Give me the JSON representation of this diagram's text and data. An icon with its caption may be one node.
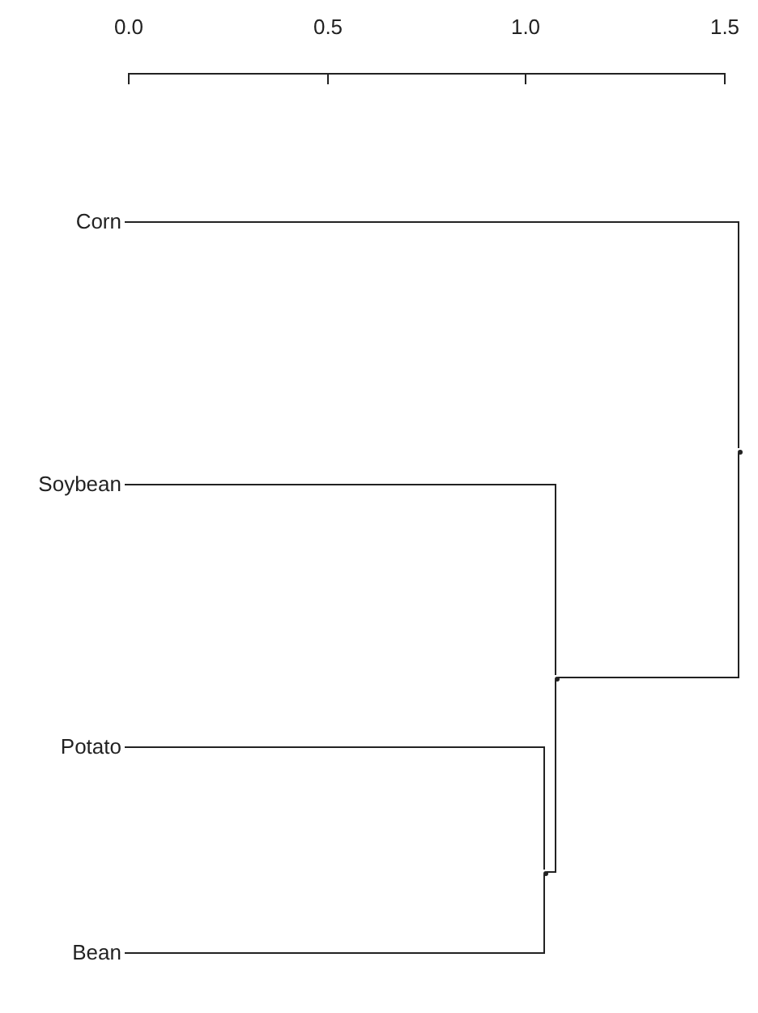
{
  "diagram": {
    "nodes": [
      {
        "text": [
          "Corn"
        ]
      },
      {
        "text": [
          "Soybean"
        ]
      },
      {
        "text": [
          "Potato"
        ]
      },
      {
        "text": [
          "Bean"
        ]
      },
      {
        "text": [],
        "shape": "dot"
      },
      {
        "text": [],
        "shape": "dot"
      },
      {
        "text": [],
        "shape": "dot"
      }
    ],
    "edges": [
      {
        "from": 2,
        "to": 4,
        "arrow": "none"
      },
      {
        "from": 3,
        "to": 4,
        "arrow": "none"
      },
      {
        "from": 1,
        "to": 5,
        "arrow": "none"
      },
      {
        "from": 4,
        "to": 5,
        "arrow": "none"
      },
      {
        "from": 0,
        "to": 6,
        "arrow": "none"
      },
      {
        "from": 5,
        "to": 6,
        "arrow": "none"
      }
    ],
    "labels": [
      "0.0",
      "0.5",
      "1.0",
      "1.5"
    ]
  }
}
